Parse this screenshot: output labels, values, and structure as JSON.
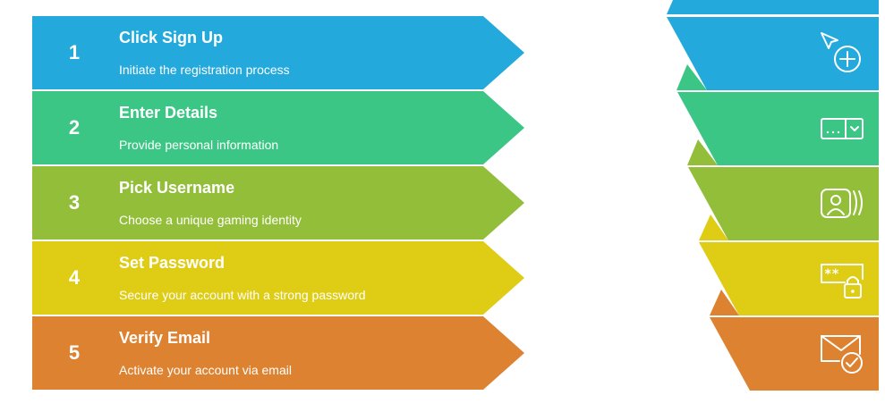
{
  "steps": [
    {
      "number": "1",
      "title": "Click Sign Up",
      "description": "Initiate the registration process",
      "color": "#23A9DC",
      "icon": "cursor-plus-icon"
    },
    {
      "number": "2",
      "title": "Enter Details",
      "description": "Provide personal information",
      "color": "#3CC685",
      "icon": "dropdown-field-icon"
    },
    {
      "number": "3",
      "title": "Pick Username",
      "description": "Choose a unique gaming identity",
      "color": "#93BE3A",
      "icon": "user-profile-icon"
    },
    {
      "number": "4",
      "title": "Set Password",
      "description": "Secure your account with a strong password",
      "color": "#DFCC15",
      "icon": "password-lock-icon"
    },
    {
      "number": "5",
      "title": "Verify Email",
      "description": "Activate your account via email",
      "color": "#DD8230",
      "icon": "email-check-icon"
    }
  ]
}
